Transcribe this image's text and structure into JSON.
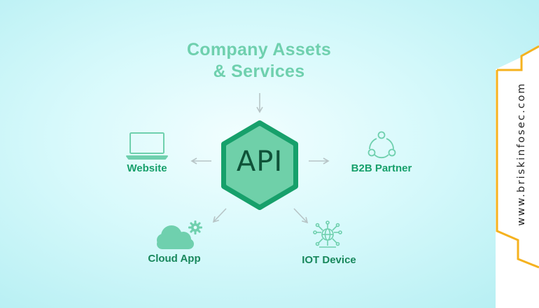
{
  "title": {
    "line1": "Company Assets",
    "line2": "& Services"
  },
  "center": {
    "label": "API"
  },
  "nodes": {
    "website": {
      "label": "Website",
      "icon": "laptop-icon"
    },
    "b2b": {
      "label": "B2B Partner",
      "icon": "network-nodes-icon"
    },
    "cloud": {
      "label": "Cloud App",
      "icon": "cloud-gear-icon"
    },
    "iot": {
      "label": "IOT Device",
      "icon": "globe-circuit-icon"
    }
  },
  "brand": {
    "url": "www.briskinfosec.com"
  },
  "colors": {
    "accent": "#6fd0ae",
    "hexagon_fill": "#6fd0a9",
    "hexagon_border": "#17a06b",
    "label": "#17a06b",
    "banner": "#f5b21f",
    "arrow": "#b7c4c6"
  }
}
